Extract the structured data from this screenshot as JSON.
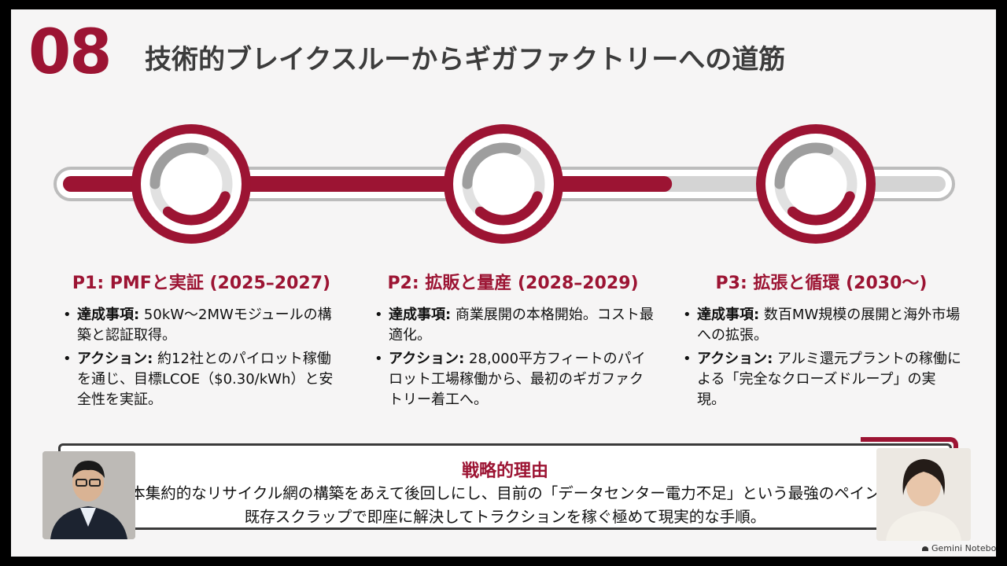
{
  "slide": {
    "number": "08",
    "title": "技術的ブレイクスルーからギガファクトリーへの道筋"
  },
  "colors": {
    "accent": "#9c1433",
    "dark": "#3c3c3c",
    "track": "#cfcfcf"
  },
  "timeline": {
    "progress": 0.69,
    "milestones": [
      {
        "name": "p1-milestone-icon"
      },
      {
        "name": "p2-milestone-icon"
      },
      {
        "name": "p3-milestone-icon"
      }
    ]
  },
  "phases": [
    {
      "heading": "P1: PMFと実証 (2025–2027)",
      "bullets": [
        {
          "key": "達成事項:",
          "text": " 50kW〜2MWモジュールの構築と認証取得。"
        },
        {
          "key": "アクション:",
          "text": " 約12社とのパイロット稼働を通じ、目標LCOE（$0.30/kWh）と安全性を実証。"
        }
      ]
    },
    {
      "heading": "P2: 拡販と量産 (2028–2029)",
      "bullets": [
        {
          "key": "達成事項:",
          "text": " 商業展開の本格開始。コスト最適化。"
        },
        {
          "key": "アクション:",
          "text": " 28,000平方フィートのパイロット工場稼働から、最初のギガファクトリー着工へ。"
        }
      ]
    },
    {
      "heading": "P3: 拡張と循環 (2030〜)",
      "bullets": [
        {
          "key": "達成事項:",
          "text": " 数百MW規模の展開と海外市場への拡張。"
        },
        {
          "key": "アクション:",
          "text": " アルミ還元プラントの稼働による「完全なクローズドループ」の実現。"
        }
      ]
    }
  ],
  "reason": {
    "title": "戦略的理由",
    "line1": "本集約的なリサイクル網の構築をあえて後回しにし、目前の「データセンター電力不足」という最強のペイン",
    "line2": "既存スクラップで即座に解決してトラクションを稼ぐ極めて現実的な手順。"
  },
  "brand": {
    "label": "Gemini Notebook"
  }
}
